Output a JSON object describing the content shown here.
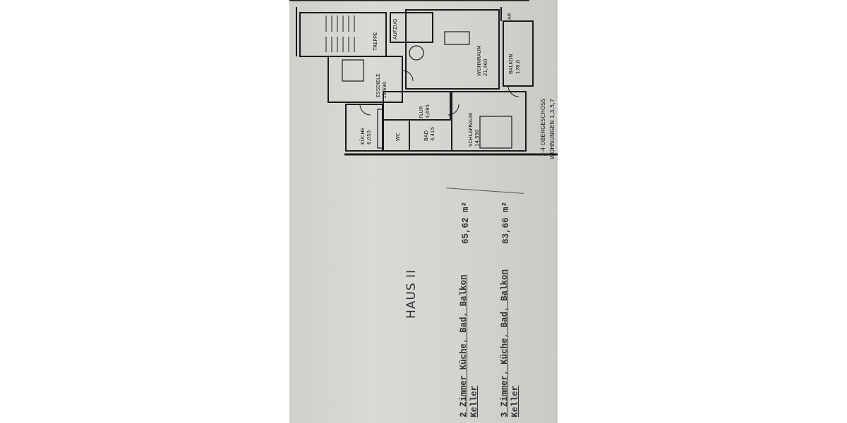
{
  "plan": {
    "caption_line1": "1-4 OBERGESCHOSS",
    "caption_line2": "WOHNUNGEN 1,3,5,7",
    "rooms": {
      "treppe": "TREPPE",
      "aufzug": "AUFZUG",
      "wohnraum": "WOHNRAUM",
      "wohnraum_area": "21,460",
      "balkon": "BALKON",
      "balkon_area": "178,0",
      "essdiele": "ESSDIELE",
      "essdiele_area": "10,690",
      "kueche": "KÜCHE",
      "kueche_area": "6,050",
      "wc": "WC",
      "bad": "BAD",
      "bad_area": "4,415",
      "flur": "FLUR",
      "flur_area": "4,695",
      "schlafraum": "SCHLAFRAUM",
      "schlafraum_area": "14,550",
      "ar": "AR"
    }
  },
  "document": {
    "title": "HAUS II",
    "apartments": [
      {
        "description": "2 Zimmer Küche, Bad, Balkon",
        "extra": "Keller",
        "area": "65,62 m²"
      },
      {
        "description": "3 Zimmer, Küche, Bad, Balkon",
        "extra": "Keller",
        "area": "83,66 m²"
      }
    ]
  }
}
